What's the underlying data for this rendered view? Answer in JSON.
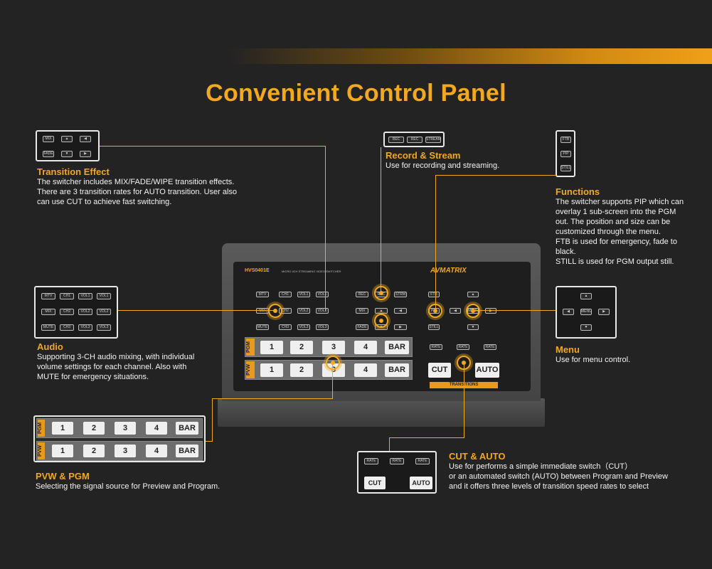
{
  "title": "Convenient Control Panel",
  "colors": {
    "accent": "#f2a81f",
    "background": "#232323",
    "device": "#3a3a3a"
  },
  "transition": {
    "heading": "Transition Effect",
    "lines": [
      "The switcher includes MIX/FADE/WIPE transition effects.",
      "There are 3 transition rates for AUTO transition. User also",
      "can use CUT to achieve fast switching."
    ]
  },
  "record": {
    "heading": "Record & Stream",
    "lines": [
      "Use for recording and streaming."
    ]
  },
  "functions": {
    "heading": "Functions",
    "lines": [
      "The switcher supports PIP which can",
      "overlay 1 sub-screen into the PGM",
      "out. The position and size can be",
      "customized through the menu.",
      "FTB is used for emergency, fade to",
      "black.",
      "STILL is used for PGM output still."
    ]
  },
  "audio": {
    "heading": "Audio",
    "lines": [
      "Supporting 3-CH audio mixing, with individual",
      "volume settings for each channel. Also with",
      "MUTE for emergency situations."
    ]
  },
  "menu": {
    "heading": "Menu",
    "lines": [
      "Use for menu control."
    ]
  },
  "pvwpgm": {
    "heading": "PVW & PGM",
    "lines": [
      "Selecting the signal source for Preview and Program."
    ]
  },
  "cutauto": {
    "heading": "CUT & AUTO",
    "lines": [
      "Use for performs a simple immediate switch（CUT）",
      "or an automated switch (AUTO) between Program and Preview",
      "and it offers three levels of transition speed rates to select"
    ]
  },
  "device": {
    "model": "HVS0401E",
    "subtitle": "MICRO 4CH STREAMING VIDEO SWITCHER",
    "brand": "AVMATRIX",
    "transitions_label": "TRANSITIONS"
  },
  "buttons": {
    "pgm_tag": "PGM",
    "pvw_tag": "PVW",
    "keys": [
      "1",
      "2",
      "3",
      "4",
      "BAR"
    ],
    "cut": "CUT",
    "auto": "AUTO"
  }
}
